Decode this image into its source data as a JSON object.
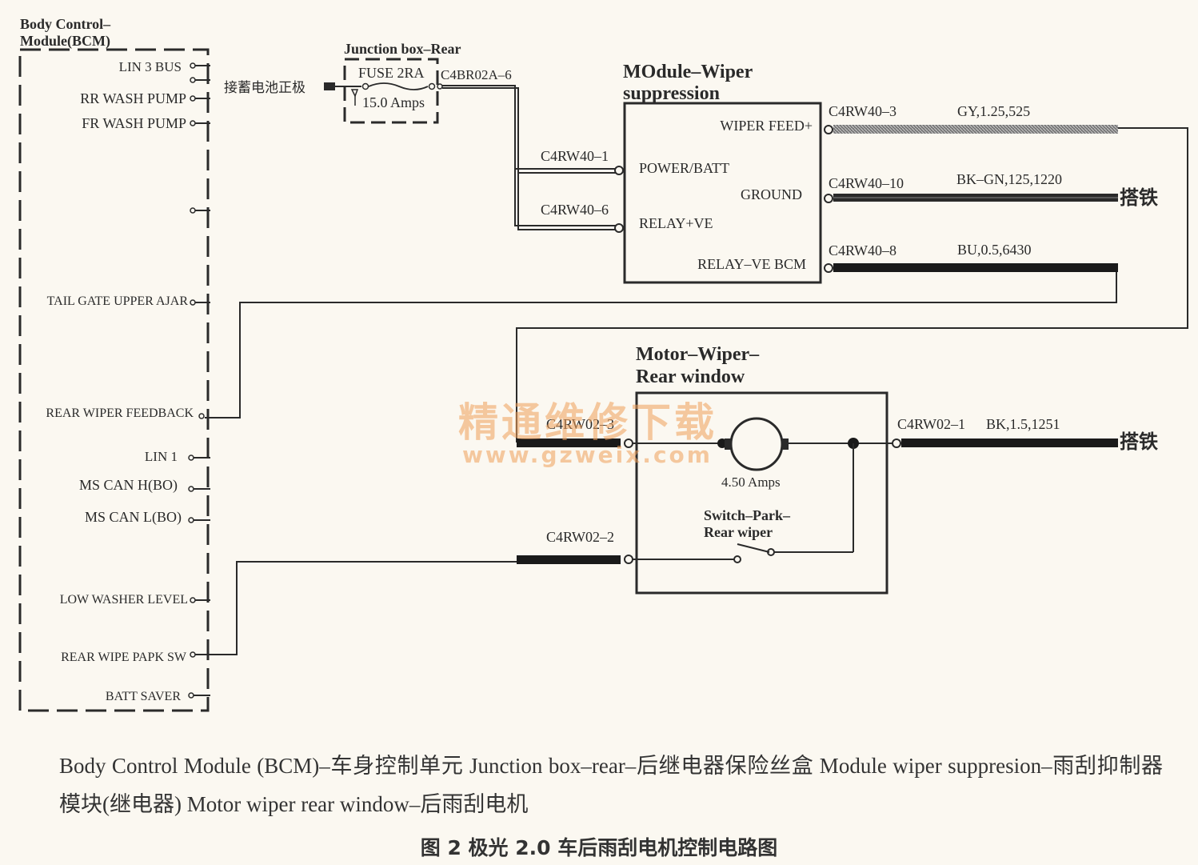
{
  "bcm": {
    "title_line1": "Body Control–",
    "title_line2": "Module(BCM)",
    "pins": {
      "lin3": "LIN 3 BUS",
      "rr_wash": "RR WASH PUMP",
      "fr_wash": "FR WASH PUMP",
      "tailgate": "TAIL GATE UPPER AJAR",
      "rear_feedback": "REAR WIPER FEEDBACK",
      "lin1": "LIN 1",
      "ms_can_h": "MS CAN H(BO)",
      "ms_can_l": "MS CAN L(BO)",
      "low_washer": "LOW WASHER LEVEL",
      "rear_park_sw": "REAR WIPE PAPK SW",
      "batt_saver": "BATT SAVER"
    }
  },
  "junction_box": {
    "title": "Junction box–Rear",
    "fuse": "FUSE 2RA",
    "rating": "15.0 Amps",
    "battery_positive": "接蓄电池正极",
    "connector": "C4BR02A–6"
  },
  "wiper_module": {
    "title_line1": "MOdule–Wiper",
    "title_line2": "suppression",
    "pins": {
      "wiper_feed": "WIPER FEED+",
      "power_batt": "POWER/BATT",
      "ground": "GROUND",
      "relay_ve": "RELAY+VE",
      "relay_ve_bcm": "RELAY–VE BCM"
    },
    "connectors": {
      "c1": "C4RW40–1",
      "c6": "C4RW40–6",
      "c3": "C4RW40–3",
      "c10": "C4RW40–10",
      "c8": "C4RW40–8"
    },
    "wires": {
      "w3": "GY,1.25,525",
      "w10": "BK–GN,125,1220",
      "w8": "BU,0.5,6430"
    },
    "ground_label": "搭铁"
  },
  "motor": {
    "title_line1": "Motor–Wiper–",
    "title_line2": "Rear window",
    "rating": "4.50 Amps",
    "switch_line1": "Switch–Park–",
    "switch_line2": "Rear wiper",
    "connectors": {
      "c3": "C4RW02–3",
      "c1": "C4RW02–1",
      "c2": "C4RW02–2"
    },
    "wire_c1": "BK,1.5,1251",
    "ground_label": "搭铁"
  },
  "watermark": {
    "line1": "精通维修下载",
    "line2": "www.gzweix.com"
  },
  "caption": "Body Control Module (BCM)–车身控制单元  Junction box–rear–后继电器保险丝盒  Module wiper suppresion–雨刮抑制器模块(继电器)  Motor wiper rear window–后雨刮电机",
  "figure_title": "图 2   极光 2.0 车后雨刮电机控制电路图",
  "colors": {
    "wire": "#2b2b2b",
    "watermark": "#f0a05a",
    "background": "#fbf8f1"
  }
}
